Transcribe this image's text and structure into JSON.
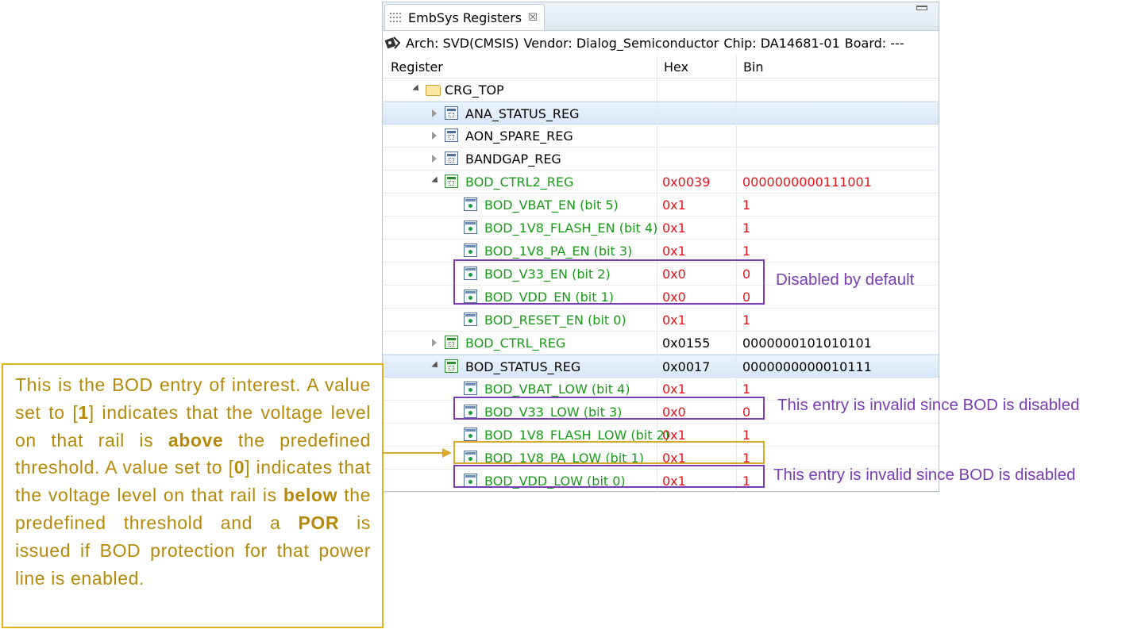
{
  "tab": {
    "title": "EmbSys Registers",
    "close_glyph": "☒"
  },
  "info": {
    "arch": "Arch: SVD(CMSIS)",
    "vendor": "Vendor: Dialog_Semiconductor",
    "chip": "Chip: DA14681-01",
    "board": "Board: ---"
  },
  "columns": {
    "register": "Register",
    "hex": "Hex",
    "bin": "Bin"
  },
  "rows": [
    {
      "name": "CRG_TOP",
      "hex": "",
      "bin": "",
      "kind": "folder",
      "level": 0,
      "twisty": "open",
      "color": "black"
    },
    {
      "name": "ANA_STATUS_REG",
      "hex": "",
      "bin": "",
      "kind": "reg",
      "level": 1,
      "twisty": "closed",
      "color": "black",
      "selected": true
    },
    {
      "name": "AON_SPARE_REG",
      "hex": "",
      "bin": "",
      "kind": "reg",
      "level": 1,
      "twisty": "closed",
      "color": "black"
    },
    {
      "name": "BANDGAP_REG",
      "hex": "",
      "bin": "",
      "kind": "reg",
      "level": 1,
      "twisty": "closed",
      "color": "black"
    },
    {
      "name": "BOD_CTRL2_REG",
      "hex": "0x0039",
      "bin": "0000000000111001",
      "kind": "reg",
      "level": 1,
      "twisty": "open",
      "color": "green",
      "valcolor": "red"
    },
    {
      "name": "BOD_VBAT_EN (bit 5)",
      "hex": "0x1",
      "bin": "1",
      "kind": "field",
      "level": 2,
      "color": "green",
      "valcolor": "red"
    },
    {
      "name": "BOD_1V8_FLASH_EN (bit 4)",
      "hex": "0x1",
      "bin": "1",
      "kind": "field",
      "level": 2,
      "color": "green",
      "valcolor": "red"
    },
    {
      "name": "BOD_1V8_PA_EN (bit 3)",
      "hex": "0x1",
      "bin": "1",
      "kind": "field",
      "level": 2,
      "color": "green",
      "valcolor": "red"
    },
    {
      "name": "BOD_V33_EN (bit 2)",
      "hex": "0x0",
      "bin": "0",
      "kind": "field",
      "level": 2,
      "color": "green",
      "valcolor": "red"
    },
    {
      "name": "BOD_VDD_EN (bit 1)",
      "hex": "0x0",
      "bin": "0",
      "kind": "field",
      "level": 2,
      "color": "green",
      "valcolor": "red"
    },
    {
      "name": "BOD_RESET_EN (bit 0)",
      "hex": "0x1",
      "bin": "1",
      "kind": "field",
      "level": 2,
      "color": "green",
      "valcolor": "red"
    },
    {
      "name": "BOD_CTRL_REG",
      "hex": "0x0155",
      "bin": "0000000101010101",
      "kind": "reg",
      "level": 1,
      "twisty": "closed",
      "color": "green",
      "valcolor": "black"
    },
    {
      "name": "BOD_STATUS_REG",
      "hex": "0x0017",
      "bin": "0000000000010111",
      "kind": "reg",
      "level": 1,
      "twisty": "open",
      "color": "black",
      "valcolor": "black",
      "selected": true
    },
    {
      "name": "BOD_VBAT_LOW (bit 4)",
      "hex": "0x1",
      "bin": "1",
      "kind": "field",
      "level": 2,
      "color": "green",
      "valcolor": "red"
    },
    {
      "name": "BOD_V33_LOW (bit 3)",
      "hex": "0x0",
      "bin": "0",
      "kind": "field",
      "level": 2,
      "color": "green",
      "valcolor": "red"
    },
    {
      "name": "BOD_1V8_FLASH_LOW (bit 2)",
      "hex": "0x1",
      "bin": "1",
      "kind": "field",
      "level": 2,
      "color": "green",
      "valcolor": "red"
    },
    {
      "name": "BOD_1V8_PA_LOW (bit 1)",
      "hex": "0x1",
      "bin": "1",
      "kind": "field",
      "level": 2,
      "color": "green",
      "valcolor": "red"
    },
    {
      "name": "BOD_VDD_LOW (bit 0)",
      "hex": "0x1",
      "bin": "1",
      "kind": "field",
      "level": 2,
      "color": "green",
      "valcolor": "red"
    }
  ],
  "annotations": {
    "disabled_note": "Disabled by default",
    "invalid_note_1": "This entry is invalid since BOD is disabled",
    "invalid_note_2": "This entry is invalid since BOD is disabled",
    "callout": {
      "t1": "This is the BOD entry of interest. A value set to [",
      "b1": "1",
      "t2": "] indicates that the voltage level on that rail is ",
      "b2": "above",
      "t3": " the predefined threshold. A value set to [",
      "b3": "0",
      "t4": "] indicates that the voltage level  on that rail is ",
      "b4": "below",
      "t5": " the predefined threshold and a ",
      "b5": "POR",
      "t6": " is issued if BOD protection for that power line is enabled."
    },
    "colors": {
      "purple": "#7a3db5",
      "gold": "#d7a92c",
      "gold_text": "#b58a0a"
    }
  },
  "icons": {
    "tab": "view-icon",
    "arch": "chip-icon",
    "minimize": "minimize-icon"
  }
}
